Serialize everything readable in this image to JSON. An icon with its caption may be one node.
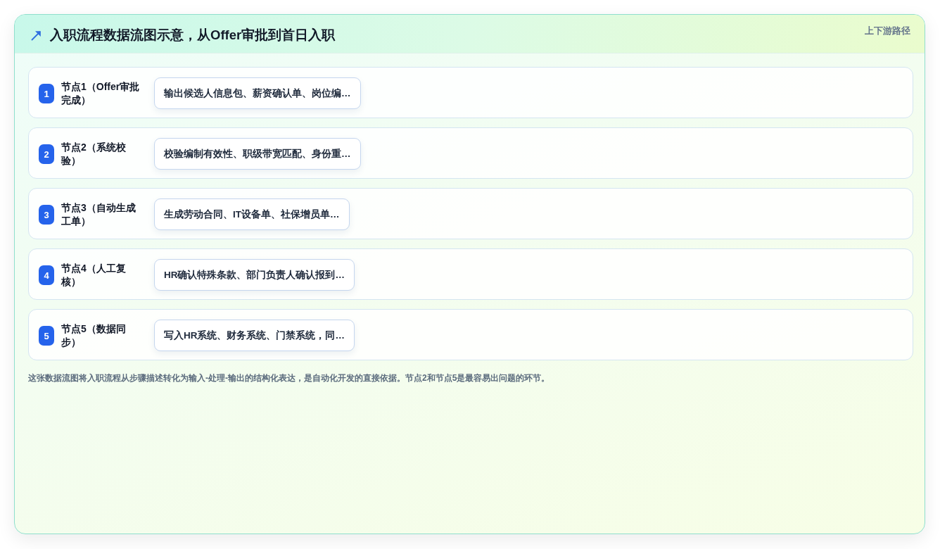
{
  "diagram": {
    "title": "入职流程数据流图示意，从Offer审批到首日入职",
    "nodes": [
      {
        "text": [
          "节点1（Offer审批完成）"
        ]
      },
      {
        "text": [
          "1"
        ],
        "in": 0
      },
      {
        "text": [
          "输出候选人信息包、薪资确认单、岗位编…"
        ],
        "in": 0
      },
      {
        "text": [
          "节点2（系统校验）"
        ]
      },
      {
        "text": [
          "2"
        ],
        "in": 3
      },
      {
        "text": [
          "校验编制有效性、职级带宽匹配、身份重…"
        ],
        "in": 3
      },
      {
        "text": [
          "节点3（自动生成工单）"
        ]
      },
      {
        "text": [
          "3"
        ],
        "in": 6
      },
      {
        "text": [
          "生成劳动合同、IT设备单、社保增员单…"
        ],
        "in": 6
      },
      {
        "text": [
          "节点4（人工复核）"
        ]
      },
      {
        "text": [
          "4"
        ],
        "in": 9
      },
      {
        "text": [
          "HR确认特殊条款、部门负责人确认报到…"
        ],
        "in": 9
      },
      {
        "text": [
          "节点5（数据同步）"
        ]
      },
      {
        "text": [
          "5"
        ],
        "in": 12
      },
      {
        "text": [
          "写入HR系统、财务系统、门禁系统，同…"
        ],
        "in": 12
      }
    ],
    "labels": [
      "上下游路径"
    ],
    "caption": "这张数据流图将入职流程从步骤描述转化为输入-处理-输出的结构化表达，是自动化开发的直接依据。节点2和节点5是最容易出问题的环节。"
  }
}
